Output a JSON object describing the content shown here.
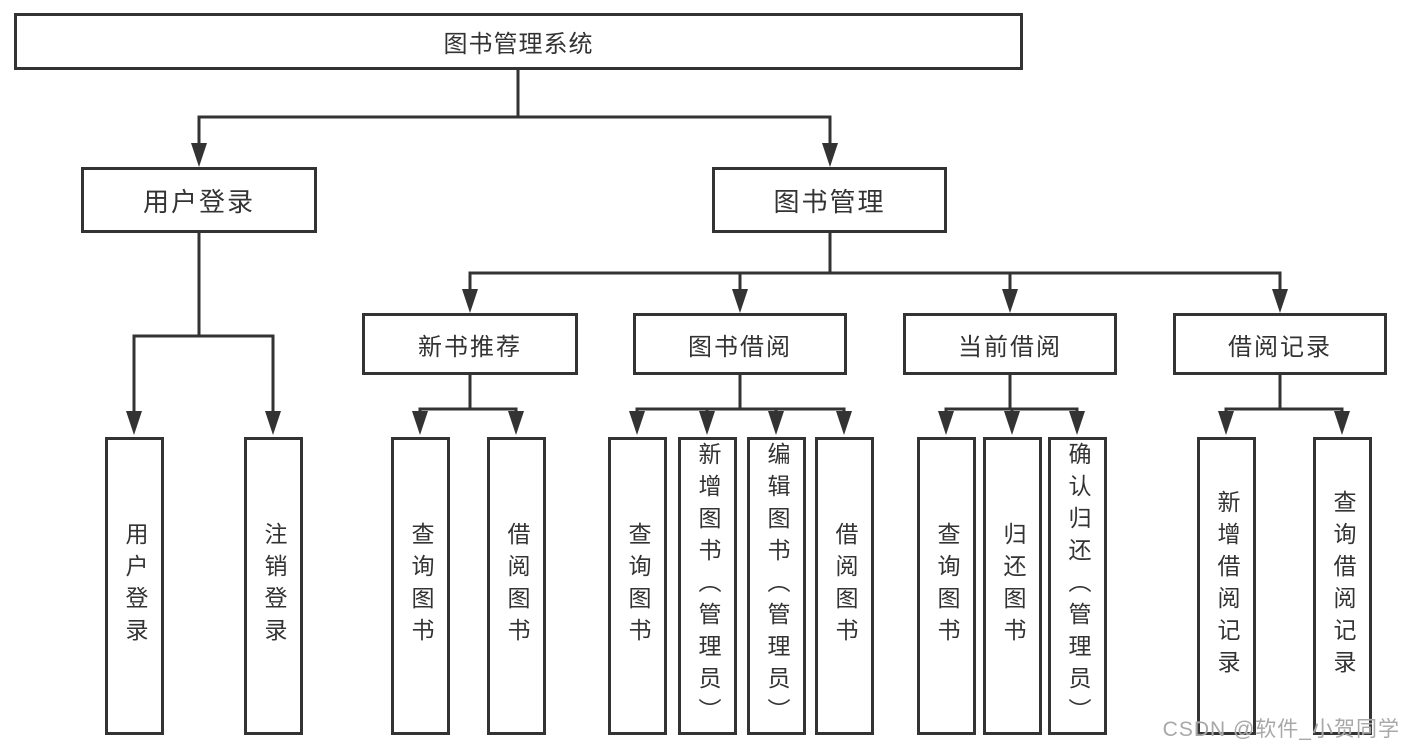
{
  "tree": {
    "label": "图书管理系统",
    "children": [
      {
        "label": "用户登录",
        "children": [
          {
            "label": "用户登录"
          },
          {
            "label": "注销登录"
          }
        ]
      },
      {
        "label": "图书管理",
        "children": [
          {
            "label": "新书推荐",
            "children": [
              {
                "label": "查询图书"
              },
              {
                "label": "借阅图书"
              }
            ]
          },
          {
            "label": "图书借阅",
            "children": [
              {
                "label": "查询图书"
              },
              {
                "label": "新增图书（管理员）"
              },
              {
                "label": "编辑图书（管理员）"
              },
              {
                "label": "借阅图书"
              }
            ]
          },
          {
            "label": "当前借阅",
            "children": [
              {
                "label": "查询图书"
              },
              {
                "label": "归还图书"
              },
              {
                "label": "确认归还（管理员）"
              }
            ]
          },
          {
            "label": "借阅记录",
            "children": [
              {
                "label": "新增借阅记录"
              },
              {
                "label": "查询借阅记录"
              }
            ]
          }
        ]
      }
    ]
  },
  "watermark": {
    "text": "CSDN @软件_小贺同学"
  },
  "colors": {
    "line": "#333333",
    "box_border": "#333333",
    "text": "#333333",
    "watermark": "#a8a8a8",
    "background": "#ffffff"
  }
}
